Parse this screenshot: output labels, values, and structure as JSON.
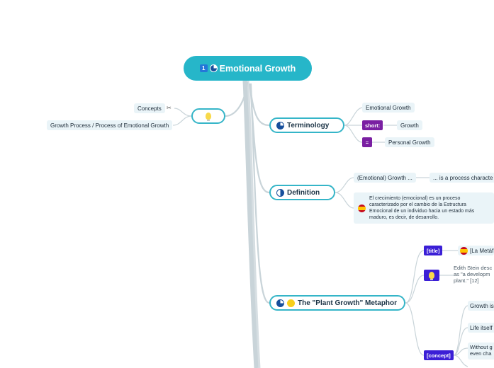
{
  "central": {
    "label": "Emotional Growth",
    "icons": [
      "number-one-icon",
      "pie-quarter-icon"
    ]
  },
  "left_branch": {
    "icon": "lightbulb-icon",
    "items": [
      {
        "label": "Concepts",
        "icon": "scissors-icon"
      },
      {
        "label": "Growth Process / Process of Emotional Growth"
      }
    ]
  },
  "terminology": {
    "label": "Terminology",
    "icon": "pie-three-quarter-icon",
    "children": [
      {
        "label": "Emotional Growth"
      },
      {
        "tag": "short:",
        "label": "Growth",
        "tag_color": "#7a1fa2"
      },
      {
        "tag": "=",
        "label": "Personal Growth",
        "tag_color": "#7a1fa2"
      }
    ]
  },
  "definition": {
    "label": "Definition",
    "icon": "pie-half-icon",
    "children": [
      {
        "label": "(Emotional) Growth ...",
        "detail": "... is a process characte"
      },
      {
        "icon": "spain-flag-icon",
        "text": "El crecimiento (emocional) es un proceso caracterizado por el cambio de la Estructura Emocional de un individuo hacia un estado más maduro, es decir, de desarrollo."
      }
    ]
  },
  "metaphor": {
    "label": "The \"Plant Growth\" Metaphor",
    "icons": [
      "pie-three-quarter-icon",
      "sun-icon"
    ],
    "children": [
      {
        "tag": "[title]",
        "flag": "spain-flag-icon",
        "label": "[La Metáf"
      },
      {
        "icon": "lightbulb-icon",
        "text": "Edith Stein desc as \"a developm plant.\" [12]"
      },
      {
        "tag": "[concept]",
        "items": [
          "Growth is",
          "Life itself",
          "Without g even cha"
        ]
      }
    ]
  },
  "colors": {
    "accent": "#26b6c9",
    "border": "#35b5c8",
    "trunk": "#c9d4d9",
    "tag_indigo": "#3b1fd6",
    "tag_purple": "#7a1fa2"
  }
}
